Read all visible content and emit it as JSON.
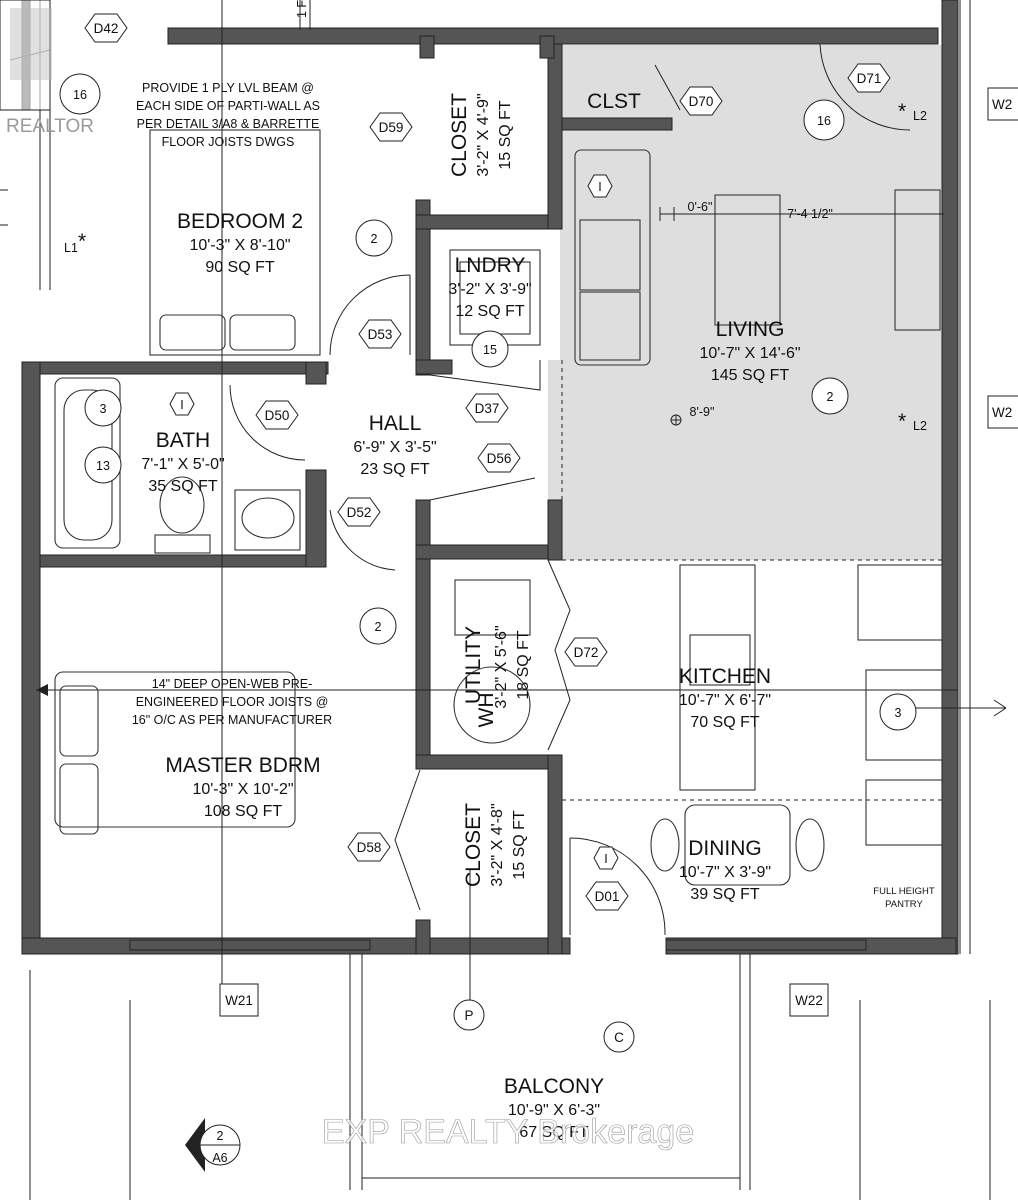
{
  "watermarks": {
    "top_left": "REALTOR",
    "bottom": "EXP REALTY Brokerage"
  },
  "rooms": [
    {
      "id": "bedroom2",
      "name": "BEDROOM 2",
      "dims": "10'-3\" X 8'-10\"",
      "area": "90 SQ FT"
    },
    {
      "id": "lndry",
      "name": "LNDRY",
      "dims": "3'-2\" X 3'-9\"",
      "area": "12 SQ FT"
    },
    {
      "id": "living",
      "name": "LIVING",
      "dims": "10'-7\" X 14'-6\"",
      "area": "145 SQ FT"
    },
    {
      "id": "bath",
      "name": "BATH",
      "dims": "7'-1\" X 5'-0\"",
      "area": "35 SQ FT"
    },
    {
      "id": "hall",
      "name": "HALL",
      "dims": "6'-9\" X 3'-5\"",
      "area": "23 SQ FT"
    },
    {
      "id": "kitchen",
      "name": "KITCHEN",
      "dims": "10'-7\" X 6'-7\"",
      "area": "70 SQ FT"
    },
    {
      "id": "master",
      "name": "MASTER BDRM",
      "dims": "10'-3\" X 10'-2\"",
      "area": "108 SQ FT"
    },
    {
      "id": "dining",
      "name": "DINING",
      "dims": "10'-7\" X 3'-9\"",
      "area": "39 SQ FT"
    },
    {
      "id": "balcony",
      "name": "BALCONY",
      "dims": "10'-9\" X 6'-3\"",
      "area": "67 SQ FT"
    },
    {
      "id": "closet_top",
      "name": "CLOSET",
      "dims": "3'-2\" X 4'-9\"",
      "area": "15 SQ FT"
    },
    {
      "id": "utility",
      "name": "UTILITY",
      "dims": "3'-2\" X 5'-6\"",
      "area": "18 SQ FT",
      "overlay": "WH"
    },
    {
      "id": "closet_bottom",
      "name": "CLOSET",
      "dims": "3'-2\" X 4'-8\"",
      "area": "15 SQ FT"
    }
  ],
  "clst_label": "CLST",
  "notes": {
    "beam": [
      "PROVIDE 1 PLY LVL BEAM @",
      "EACH SIDE OF PARTI-WALL AS",
      "PER DETAIL 3/A8 & BARRETTE",
      "FLOOR JOISTS DWGS"
    ],
    "joists": [
      "14\" DEEP OPEN-WEB PRE-",
      "ENGINEERED FLOOR JOISTS @",
      "16\" O/C AS PER MANUFACTURER"
    ],
    "pantry": [
      "FULL HEIGHT",
      "PANTRY"
    ]
  },
  "dimension_labels": {
    "d1": "0'-6\"",
    "d2": "7'-4 1/2\"",
    "ceiling": "8'-9\""
  },
  "doors": [
    "D42",
    "D71",
    "D70",
    "D59",
    "D53",
    "D50",
    "D37",
    "D56",
    "D52",
    "D72",
    "D58",
    "D01"
  ],
  "windows": [
    "W21",
    "W22",
    "W2",
    "W2"
  ],
  "markers": {
    "m16a": "16",
    "m16b": "16",
    "m2a": "2",
    "m2b": "2",
    "m2c": "2",
    "m3a": "3",
    "m3b": "3",
    "m13": "13",
    "m15": "15",
    "iA": "I",
    "iB": "I",
    "iC": "I",
    "p": "P",
    "c": "C"
  },
  "star_labels": {
    "l1": "L1",
    "l2a": "L2",
    "l2b": "L2"
  },
  "section_marker": {
    "num": "2",
    "sheet": "A6"
  },
  "extra": {
    "top_fragment": "1 F"
  },
  "colors": {
    "living_shade": "#dedede",
    "wall": "#555555",
    "line": "#222222"
  }
}
